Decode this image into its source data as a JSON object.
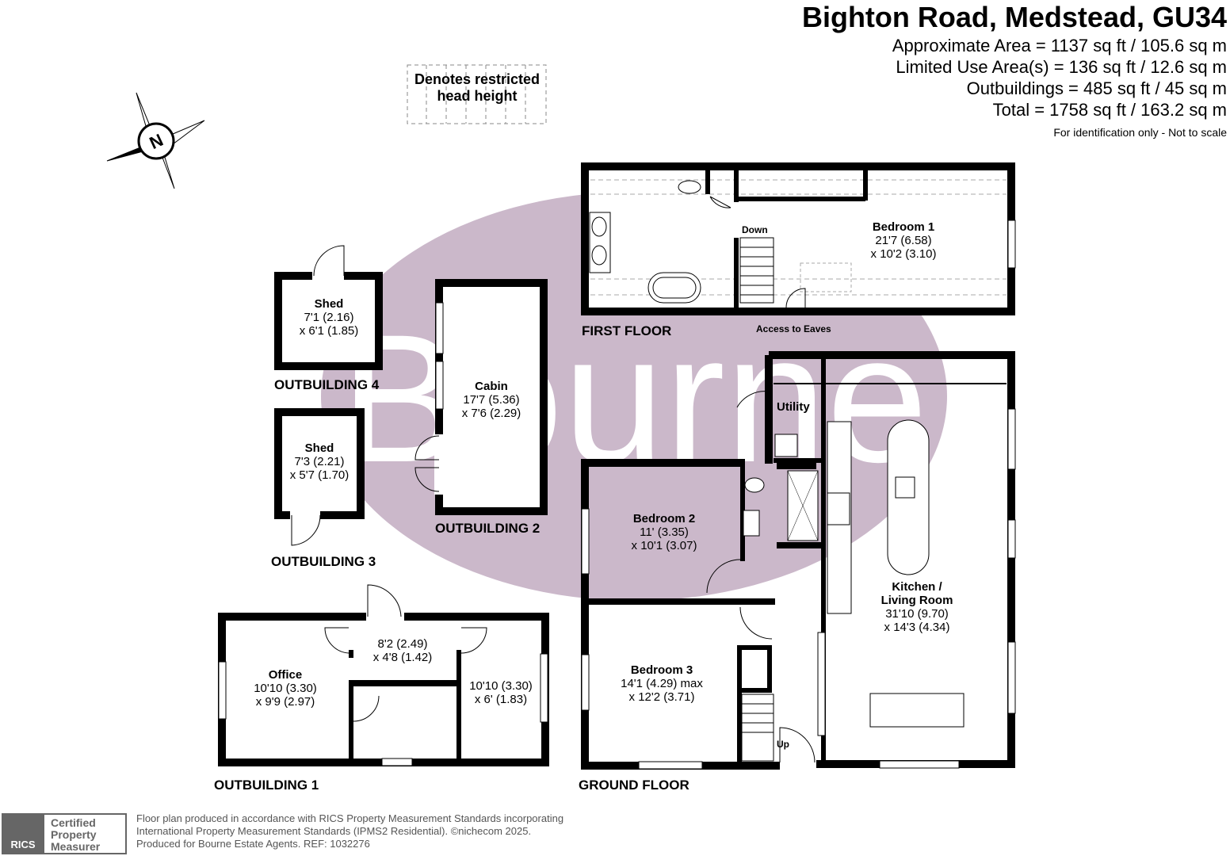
{
  "header": {
    "title": "Bighton Road, Medstead, GU34",
    "areas": [
      "Approximate Area = 1137 sq ft / 105.6 sq m",
      "Limited Use Area(s) = 136 sq ft / 12.6 sq m",
      "Outbuildings = 485 sq ft / 45 sq m",
      "Total = 1758 sq ft / 163.2 sq m"
    ],
    "disclaimer": "For identification only - Not to scale"
  },
  "legend": {
    "line1": "Denotes restricted",
    "line2": "head height"
  },
  "compass": {
    "label": "N"
  },
  "watermark": {
    "text": "Bourne",
    "color": "#cbb8ca"
  },
  "floors": {
    "first": "FIRST FLOOR",
    "ground": "GROUND FLOOR",
    "out1": "OUTBUILDING 1",
    "out2": "OUTBUILDING 2",
    "out3": "OUTBUILDING 3",
    "out4": "OUTBUILDING 4"
  },
  "rooms": {
    "bedroom1": {
      "name": "Bedroom 1",
      "d1": "21'7 (6.58)",
      "d2": "x 10'2 (3.10)"
    },
    "down": "Down",
    "eaves": "Access to Eaves",
    "utility": "Utility",
    "bedroom2": {
      "name": "Bedroom 2",
      "d1": "11' (3.35)",
      "d2": "x 10'1 (3.07)"
    },
    "kitchen": {
      "name1": "Kitchen /",
      "name2": "Living Room",
      "d1": "31'10 (9.70)",
      "d2": "x 14'3 (4.34)"
    },
    "bedroom3": {
      "name": "Bedroom 3",
      "d1": "14'1 (4.29) max",
      "d2": "x 12'2 (3.71)"
    },
    "up": "Up",
    "shed4": {
      "name": "Shed",
      "d1": "7'1 (2.16)",
      "d2": "x 6'1 (1.85)"
    },
    "cabin": {
      "name": "Cabin",
      "d1": "17'7 (5.36)",
      "d2": "x 7'6 (2.29)"
    },
    "shed3": {
      "name": "Shed",
      "d1": "7'3 (2.21)",
      "d2": "x 5'7 (1.70)"
    },
    "office": {
      "name": "Office",
      "d1": "10'10 (3.30)",
      "d2": "x 9'9 (2.97)"
    },
    "out1mid": {
      "d1": "8'2 (2.49)",
      "d2": "x 4'8 (1.42)"
    },
    "out1right": {
      "d1": "10'10 (3.30)",
      "d2": "x 6' (1.83)"
    }
  },
  "footer": {
    "line1": "Floor plan produced in accordance with RICS Property Measurement Standards incorporating",
    "line2": "International Property Measurement Standards (IPMS2 Residential).  ©nichecom 2025.",
    "line3": "Produced for Bourne Estate Agents.   REF:  1032276",
    "badge_word1": "Certified",
    "badge_word2": "Property",
    "badge_word3": "Measurer",
    "rics": "RICS"
  }
}
